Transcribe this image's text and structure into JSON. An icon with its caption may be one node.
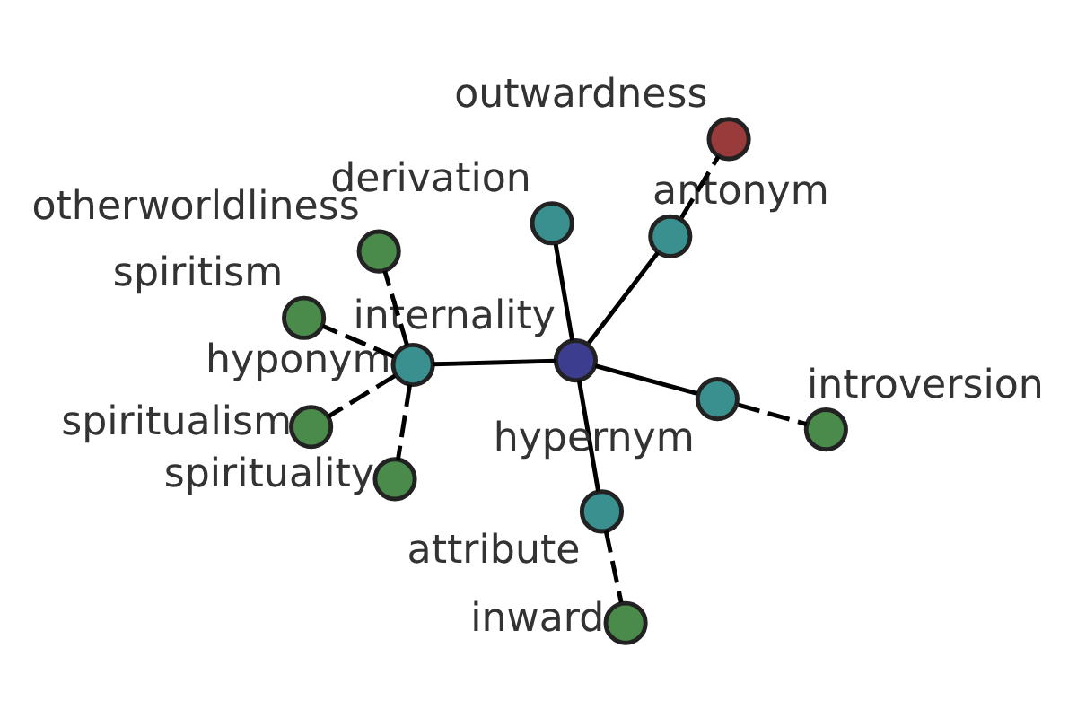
{
  "diagram": {
    "nodes": [
      {
        "text": [
          "internality"
        ]
      },
      {
        "text": [
          "attribute"
        ]
      },
      {
        "text": [
          "hypernym"
        ]
      },
      {
        "text": [
          "derivation"
        ]
      },
      {
        "text": [
          "hyponym"
        ]
      },
      {
        "text": [
          "antonym"
        ]
      },
      {
        "text": [
          "inward"
        ]
      },
      {
        "text": [
          "introversion"
        ]
      },
      {
        "text": [
          "spiritism"
        ]
      },
      {
        "text": [
          "spirituality"
        ]
      },
      {
        "text": [
          "spiritualism"
        ]
      },
      {
        "text": [
          "otherworldliness"
        ]
      },
      {
        "text": [
          "outwardness"
        ]
      }
    ],
    "edges": [
      {
        "from": 0,
        "to": 1,
        "arrow": "none"
      },
      {
        "from": 0,
        "to": 2,
        "arrow": "none"
      },
      {
        "from": 0,
        "to": 3,
        "arrow": "none"
      },
      {
        "from": 0,
        "to": 4,
        "arrow": "none"
      },
      {
        "from": 0,
        "to": 5,
        "arrow": "none"
      },
      {
        "from": 1,
        "to": 6,
        "arrow": "none",
        "style": "dashed"
      },
      {
        "from": 2,
        "to": 7,
        "arrow": "none",
        "style": "dashed"
      },
      {
        "from": 4,
        "to": 8,
        "arrow": "none",
        "style": "dashed"
      },
      {
        "from": 4,
        "to": 9,
        "arrow": "none",
        "style": "dashed"
      },
      {
        "from": 4,
        "to": 10,
        "arrow": "none",
        "style": "dashed"
      },
      {
        "from": 4,
        "to": 11,
        "arrow": "none",
        "style": "dashed"
      },
      {
        "from": 5,
        "to": 12,
        "arrow": "none",
        "style": "dashed"
      }
    ]
  }
}
